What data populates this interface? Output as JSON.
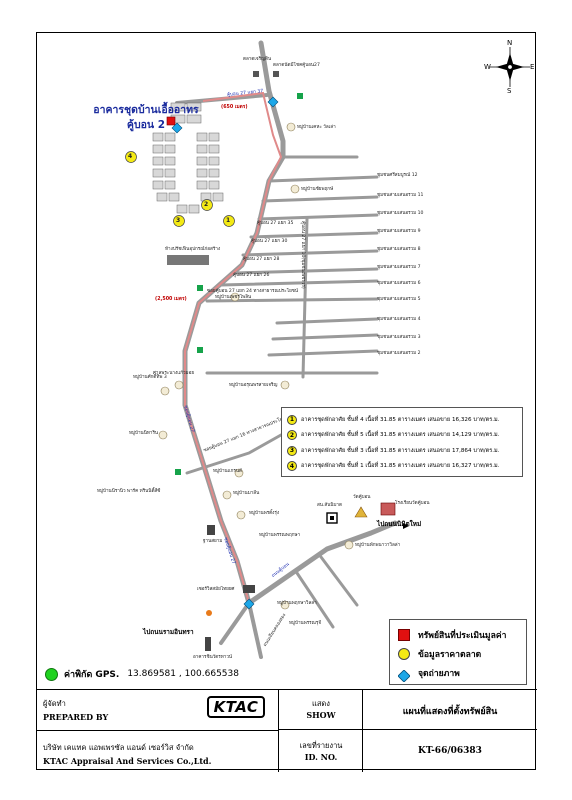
{
  "map": {
    "building_title_line1": "อาคารชุดบ้านเอื้ออาทร",
    "building_title_line2": "คู้บอน 2",
    "compass": {
      "n": "N",
      "s": "S",
      "e": "E",
      "w": "W"
    },
    "distances": {
      "d1": "(650 เมตร)",
      "d2": "(2,500 เมตร)"
    },
    "directions": {
      "to_min_buri": "ไปถนนนิมิตใหม่",
      "to_ram_inthra": "ไปถนนรามอินทรา"
    },
    "roads": {
      "r1": "คู้บอน 27 แยก 37",
      "r2": "คู้บอน 27 แยก 35",
      "r3": "คู้บอน 27 แยก 30",
      "r4": "คู้บอน 27 แยก 28",
      "r5": "คู้บอน 27 แยก 26",
      "r6": "ซอยคู้บอน 27 แยก 24 ทางสาธารณประโยชน์",
      "r7": "ซอยคู้บอน 27 แยก 16 ทางสาธารณประโยชน์",
      "r8": "ซอยคู้บอน 27",
      "r9": "คู้บอน 27 แยก 10(ชุมชนเพชรวร)",
      "r10": "ซอยคู้บอน 27",
      "r11": "ถนนคู้บอน",
      "r12": "ถนนเลียบคลองสอง"
    },
    "places": {
      "p1": "ตลาดเจริญดิน",
      "p2": "ตลาดนัดมีโชคคู้บอน27",
      "p3": "หมู่บ้านเคหะ วัลเล่า",
      "p4": "หมู่บ้านชัยพฤกษ์",
      "p5": "ห้างปรัชเฟินอุปกรณ์ก่อสร้าง",
      "p6": "หมู่บ้านเพชรไพลิน",
      "p7": "ศาลพระนางแก้วมอย",
      "p8": "หมู่บ้านศักดิ์ทิพ 3",
      "p9": "หมู่บ้านนิทาริน",
      "p10": "หมู่บ้านอรุณพรสายเจริญ",
      "p11": "หมู่บ้านแกรนด์",
      "p12": "หมู่บ้านนีรานิว พาร์ค ทรินนิตี้สีซี",
      "p13": "หมู่บ้านมาลีน",
      "p14": "หมู่บ้านพรตั้งรุ่ง",
      "p15": "หมู่บ้านพฤกษาวิลล่า",
      "p16": "สน.สันนิบาต",
      "p17": "วัดคู้บอน",
      "p18": "โรงเรียนวัดคู้บอน",
      "p19": "หมู่บ้านพักพนาวาวิลล่า",
      "p20": "เซอร์วิสสมัยไทยยศ",
      "p21": "หมู่บ้านพรรณพฤกษา",
      "p22": "หมู่บ้านพรรณรุจี",
      "p23": "อาคารชินวัตรทาวน์",
      "p24": "ฐานสยาม"
    },
    "communities": [
      "ชุมชนศรีสมบูรณ์ 12",
      "ชุมชนสามเสนอรวม 11",
      "ชุมชนสามเสนอรวม 10",
      "ชุมชนสามเสนอรวม 9",
      "ชุมชนสามเสนอรวม 8",
      "ชุมชนสามเสนอรวม 7",
      "ชุมชนสามเสนอรวม 6",
      "ชุมชนสามเสนอรวม 5",
      "ชุมชนสามเสนอรวม 4",
      "ชุมชนสามเสนอรวม 3",
      "ชุมชนสามเสนอรวม 2"
    ],
    "comparables": [
      {
        "num": "1",
        "text": "อาคารชุดพักอาศัย ชั้นที่ 4 เนื้อที่ 31.85 ตารางเมตร เสนอขาย 16,326 บาท/ตร.ม."
      },
      {
        "num": "2",
        "text": "อาคารชุดพักอาศัย ชั้นที่ 5 เนื้อที่ 31.85 ตารางเมตร เสนอขาย 14,129 บาท/ตร.ม."
      },
      {
        "num": "3",
        "text": "อาคารชุดพักอาศัย ชั้นที่ 3 เนื้อที่ 31.85 ตารางเมตร เสนอขาย 17,864 บาท/ตร.ม."
      },
      {
        "num": "4",
        "text": "อาคารชุดพักอาศัย ชั้นที่ 1 เนื้อที่ 31.85 ตารางเมตร เสนอขาย 16,327 บาท/ตร.ม."
      }
    ],
    "legend": {
      "subject": "ทรัพย์สินที่ประเมินมูลค่า",
      "market": "ข้อมูลราคาตลาด",
      "photo": "จุดถ่ายภาพ",
      "colors": {
        "subject": "#e01010",
        "market": "#f4ea14",
        "photo": "#1ca7e8"
      }
    },
    "gps": {
      "label": "ค่าพิกัด GPS.",
      "value": "13.869581 , 100.665538",
      "dot_color": "#1fd21f"
    },
    "map_markers": [
      "1",
      "2",
      "3",
      "4"
    ]
  },
  "footer": {
    "prepared_th": "ผู้จัดทำ",
    "prepared_en": "PREPARED BY",
    "logo_text": "KTAC",
    "company_th": "บริษัท เคแทค แอพเพรซัล แอนด์ เซอร์วิส จำกัด",
    "company_en": "KTAC Appraisal And Services Co.,Ltd.",
    "show_th": "แสดง",
    "show_en": "SHOW",
    "show_value": "แผนที่แสดงที่ตั้งทรัพย์สิน",
    "id_th": "เลขที่รายงาน",
    "id_en": "ID. NO.",
    "id_value": "KT-66/06383"
  }
}
